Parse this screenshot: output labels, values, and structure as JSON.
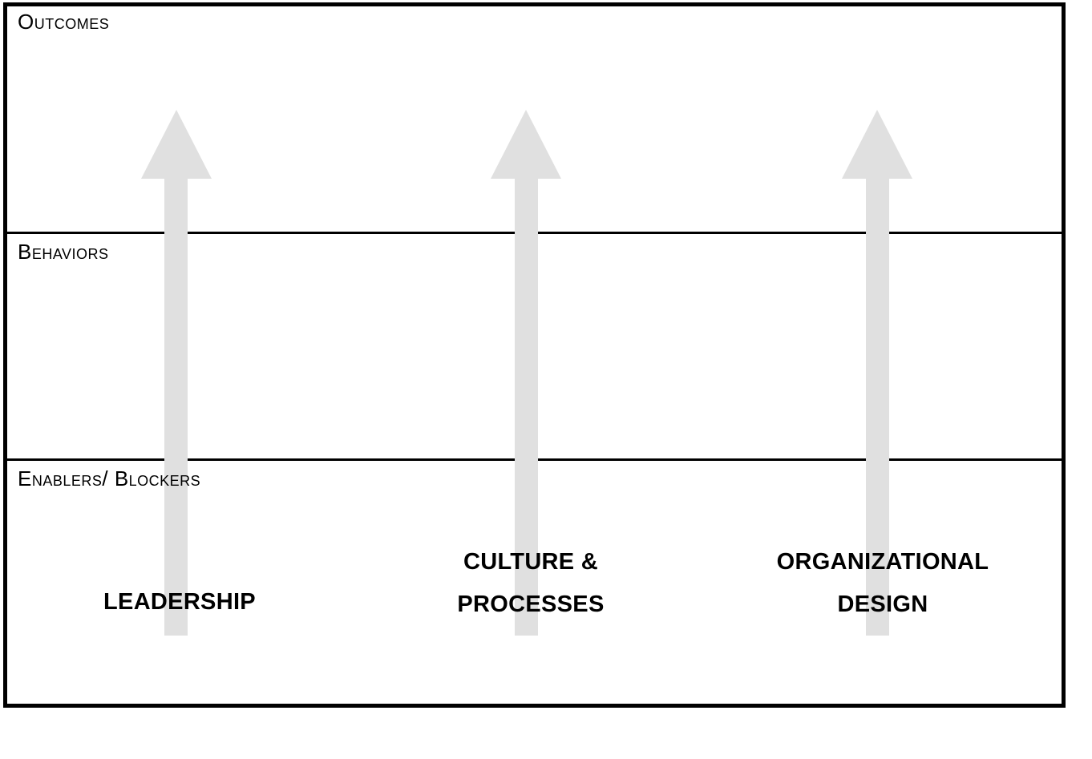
{
  "layers": [
    {
      "id": "outcomes",
      "label": "Outcomes"
    },
    {
      "id": "behaviors",
      "label": "Behaviors"
    },
    {
      "id": "enablers",
      "label": "Enablers/ Blockers"
    }
  ],
  "pillars": [
    {
      "id": "leadership",
      "label": "LEADERSHIP"
    },
    {
      "id": "culture",
      "label": "CULTURE & PROCESSES"
    },
    {
      "id": "organizational-design",
      "label": "ORGANIZATIONAL DESIGN"
    }
  ],
  "colors": {
    "arrow": "#e0e0e0",
    "border": "#000000",
    "text": "#000000"
  }
}
